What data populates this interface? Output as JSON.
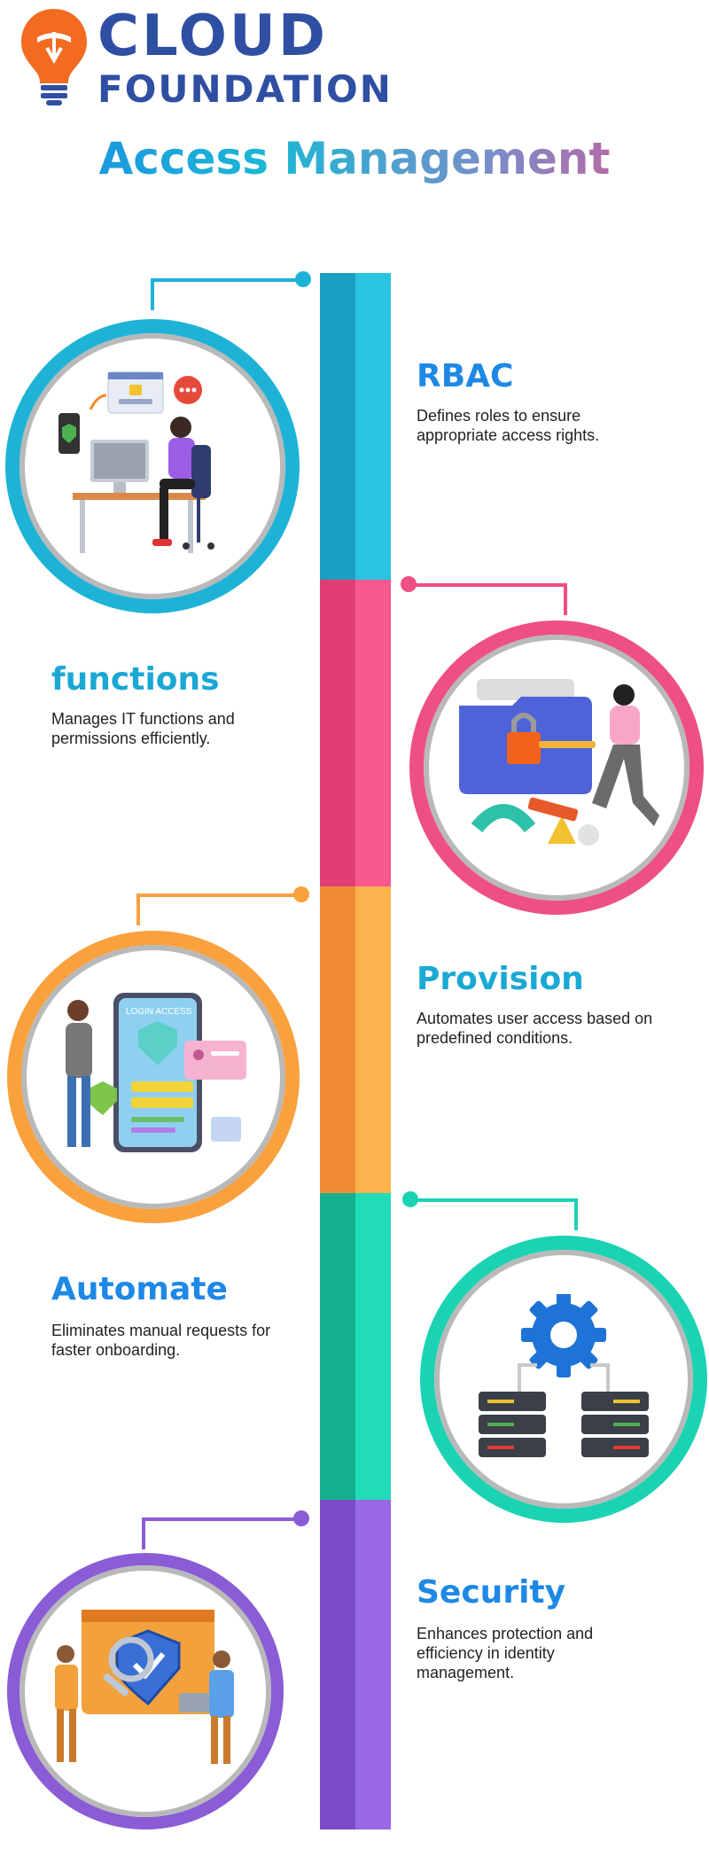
{
  "logo": {
    "line1": "CLOUD",
    "line2": "FOUNDATION"
  },
  "title": "Access Management",
  "colors": {
    "logo_orange": "#F26B21",
    "logo_blue": "#2F4FA2",
    "blue": "#1EB3D6",
    "pink": "#EE4F84",
    "orange": "#F9A13D",
    "green": "#1BD3B3",
    "purple": "#8A5CD6"
  },
  "items": [
    {
      "heading": "RBAC",
      "description": "Defines roles to ensure appropriate access rights.",
      "icon": "role-based-access-illustration"
    },
    {
      "heading": "functions",
      "description": "Manages IT functions and permissions efficiently.",
      "icon": "locked-folder-key-illustration"
    },
    {
      "heading": "Provision",
      "description": "Automates user access based on predefined conditions.",
      "icon": "login-access-illustration"
    },
    {
      "heading": "Automate",
      "description": "Eliminates manual requests for faster onboarding.",
      "icon": "servers-gear-illustration"
    },
    {
      "heading": "Security",
      "description": "Enhances protection and efficiency in identity management.",
      "icon": "shield-team-illustration"
    }
  ]
}
